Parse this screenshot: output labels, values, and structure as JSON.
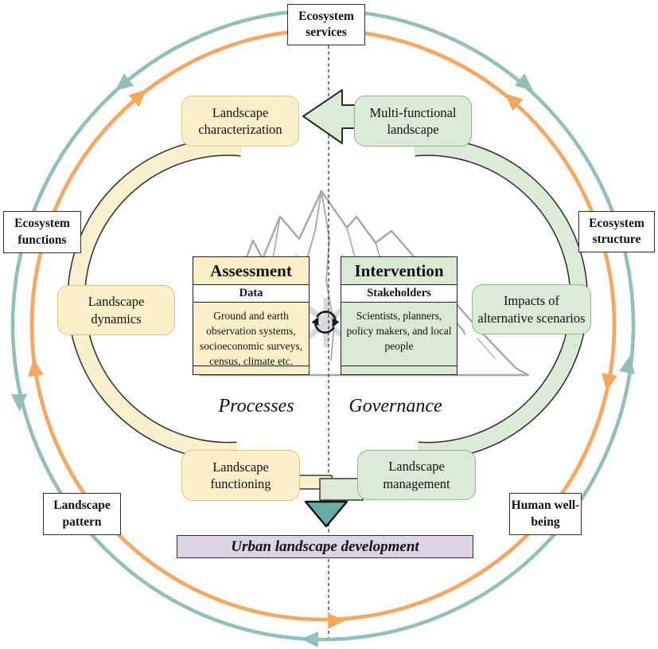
{
  "diagram": {
    "outer_labels": {
      "top": "Ecosystem services",
      "left": "Ecosystem functions",
      "right": "Ecosystem structure",
      "bottom_left": "Landscape pattern",
      "bottom_right": "Human well-being"
    },
    "nodes": {
      "characterization": "Landscape characterization",
      "multifunctional": "Multi-functional landscape",
      "dynamics": "Landscape dynamics",
      "impacts": "Impacts of alternative scenarios",
      "functioning": "Landscape functioning",
      "management": "Landscape management"
    },
    "panels": {
      "assessment": {
        "title": "Assessment",
        "subtitle": "Data",
        "body": "Ground and earth observation systems, socioeconomic surveys, census, climate etc."
      },
      "intervention": {
        "title": "Intervention",
        "subtitle": "Stakeholders",
        "body": "Scientists, planners, policy makers, and local people"
      }
    },
    "axis_labels": {
      "processes": "Processes",
      "governance": "Governance"
    },
    "banner": "Urban landscape development",
    "icons": {
      "cycle": "cycle-arrows-icon",
      "down_arrow": "down-arrow",
      "left_block_arrow": "left-block-arrow",
      "mountain": "mountain-sketch"
    },
    "colors": {
      "teal_circle": "#92BFBA",
      "orange_circle": "#F6A861",
      "yellow_fill": "#FBF0C9",
      "yellow_border": "#DCC27E",
      "green_fill": "#DCEBD5",
      "green_border": "#8CB989",
      "purple_banner": "#DED3E6",
      "teal_arrow": "#65ACA6",
      "mountain_gray": "#A3A8B0"
    }
  }
}
